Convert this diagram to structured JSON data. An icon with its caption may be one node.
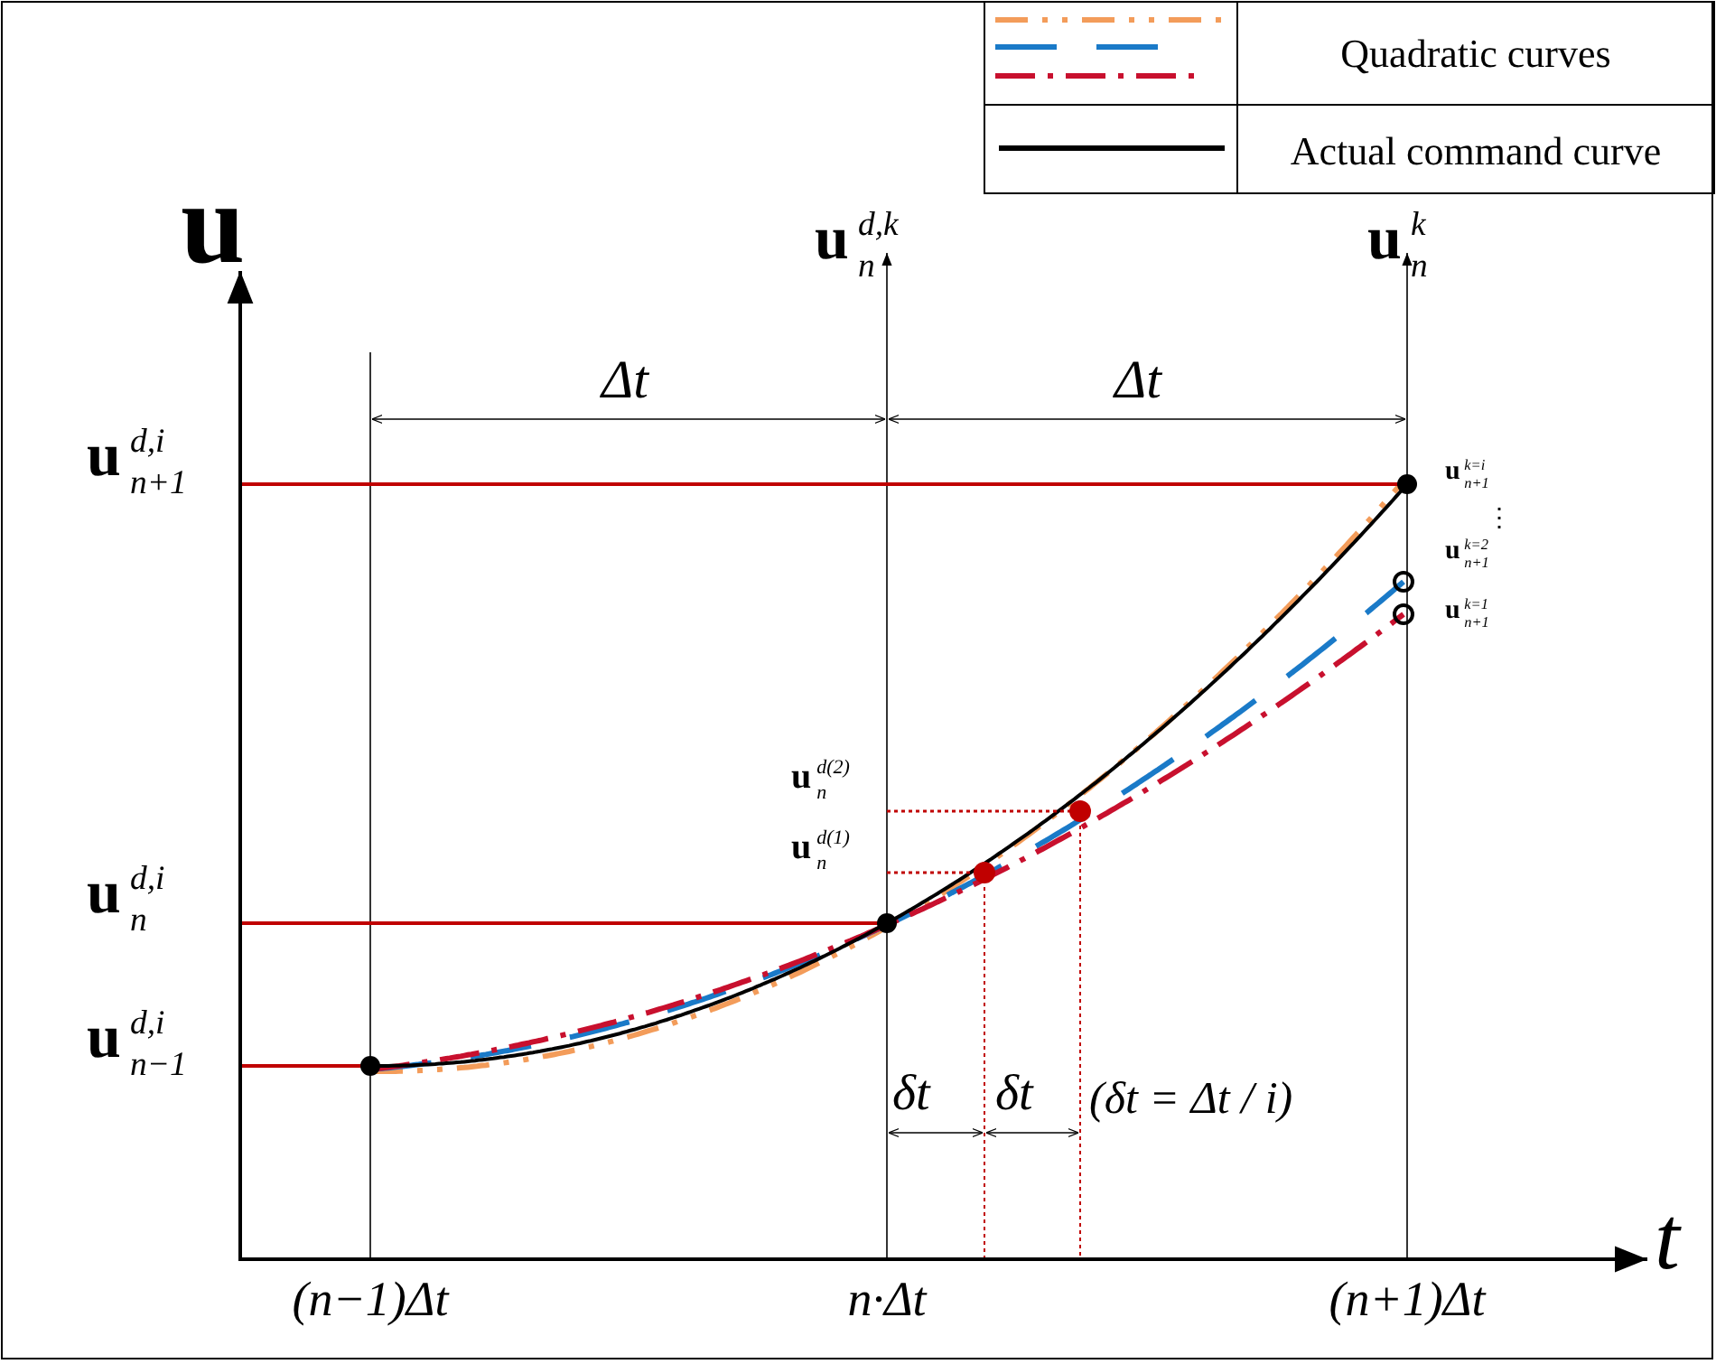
{
  "diagram": {
    "labels": [
      "**u**",
      "**u**$^{d,k}$$_{n}$",
      "**u**$^{k}$$_{n}$",
      "Δt",
      "Δt",
      "**u**$^{d,i}$$_{n+1}$",
      "**u**$^{k=i}$$_{n+1}$",
      "⋮",
      "**u**$^{k=2}$$_{n+1}$",
      "**u**$^{k=1}$$_{n+1}$",
      "**u**$^{d(2)}$$_{n}$",
      "**u**$^{d(1)}$$_{n}$",
      "**u**$^{d,i}$$_{n}$",
      "**u**$^{d,i}$$_{n−1}$",
      "δt",
      "δt",
      "(δt = Δt / i)",
      "t",
      "(n−1)Δt",
      "n·Δt",
      "(n+1)Δt"
    ],
    "legend": [
      {
        "text": "Quadratic curves"
      },
      {
        "text": "Actual command curve"
      }
    ]
  }
}
